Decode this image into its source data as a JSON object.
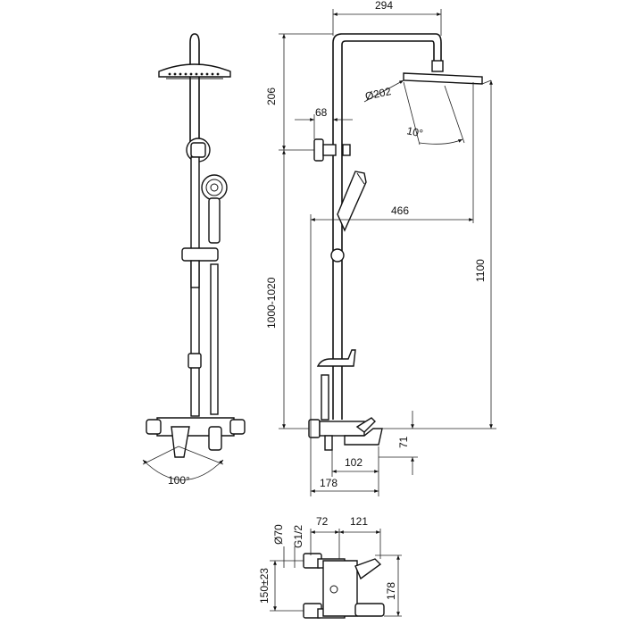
{
  "dimensions": {
    "top_width": "294",
    "head_height": "206",
    "head_diameter": "Ø202",
    "holder_offset": "68",
    "tilt_angle": "10°",
    "reach": "466",
    "adjust_range": "1000-1020",
    "total_height": "1100",
    "mixer_height": "71",
    "mixer_depth": "102",
    "mixer_reach": "178",
    "swivel_angle": "100°"
  },
  "detail": {
    "outlet_diameter": "Ø70",
    "thread": "G1/2",
    "offset_72": "72",
    "offset_121": "121",
    "centres": "150±23",
    "depth": "178"
  }
}
